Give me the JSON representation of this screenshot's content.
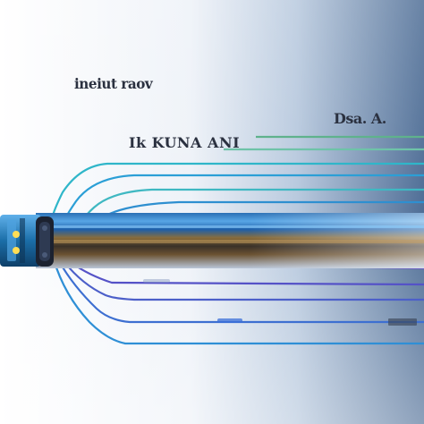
{
  "labels": {
    "top_left": "ineiut raov",
    "top_right": "Dsa. A.",
    "middle": "Ik KUNA ANI"
  },
  "colors": {
    "background_left": "#ffffff",
    "background_right": "#4f6e96",
    "fiber_teal": "#2fb6c9",
    "fiber_green": "#66c4a0",
    "fiber_blue": "#3d6fd1",
    "fiber_purple": "#5552c7",
    "cable_core": "#5b4a3a",
    "connector": "#1b6ea8"
  },
  "icons": {
    "cable": "fiber-optic-cable-icon",
    "connector": "cable-connector-icon"
  }
}
